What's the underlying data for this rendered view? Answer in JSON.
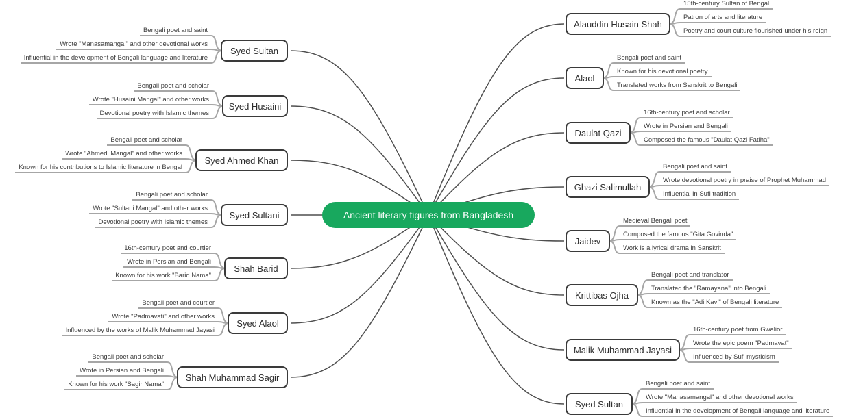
{
  "central": {
    "label": "Ancient literary figures from Bangladesh",
    "color": "#18a85e"
  },
  "colors": {
    "central_fill": "#18a85e",
    "branch_link": "#4f4f4f",
    "leaf_underline": "#a6a6a6",
    "node_border": "#3a3a3a"
  },
  "branches": [
    {
      "side": "left",
      "label": "Syed Sultan",
      "leaves": [
        "Bengali poet and saint",
        "Wrote \"Manasamangal\" and other devotional works",
        "Influential in the development of Bengali language and literature"
      ]
    },
    {
      "side": "left",
      "label": "Syed Husaini",
      "leaves": [
        "Bengali poet and scholar",
        "Wrote \"Husaini Mangal\" and other works",
        "Devotional poetry with Islamic themes"
      ]
    },
    {
      "side": "left",
      "label": "Syed Ahmed Khan",
      "leaves": [
        "Bengali poet and scholar",
        "Wrote \"Ahmedi Mangal\" and other works",
        "Known for his contributions to Islamic literature in Bengal"
      ]
    },
    {
      "side": "left",
      "label": "Syed Sultani",
      "leaves": [
        "Bengali poet and scholar",
        "Wrote \"Sultani Mangal\" and other works",
        "Devotional poetry with Islamic themes"
      ]
    },
    {
      "side": "left",
      "label": "Shah Barid",
      "leaves": [
        "16th-century poet and courtier",
        "Wrote in Persian and Bengali",
        "Known for his work \"Barid Nama\""
      ]
    },
    {
      "side": "left",
      "label": "Syed Alaol",
      "leaves": [
        "Bengali poet and courtier",
        "Wrote \"Padmavati\" and other works",
        "Influenced by the works of Malik Muhammad Jayasi"
      ]
    },
    {
      "side": "left",
      "label": "Shah Muhammad Sagir",
      "leaves": [
        "Bengali poet and scholar",
        "Wrote in Persian and Bengali",
        "Known for his work \"Sagir Nama\""
      ]
    },
    {
      "side": "right",
      "label": "Alauddin Husain Shah",
      "leaves": [
        "15th-century Sultan of Bengal",
        "Patron of arts and literature",
        "Poetry and court culture flourished under his reign"
      ]
    },
    {
      "side": "right",
      "label": "Alaol",
      "leaves": [
        "Bengali poet and saint",
        "Known for his devotional poetry",
        "Translated works from Sanskrit to Bengali"
      ]
    },
    {
      "side": "right",
      "label": "Daulat Qazi",
      "leaves": [
        "16th-century poet and scholar",
        "Wrote in Persian and Bengali",
        "Composed the famous \"Daulat Qazi Fatiha\""
      ]
    },
    {
      "side": "right",
      "label": "Ghazi Salimullah",
      "leaves": [
        "Bengali poet and saint",
        "Wrote devotional poetry in praise of Prophet Muhammad",
        "Influential in Sufi tradition"
      ]
    },
    {
      "side": "right",
      "label": "Jaidev",
      "leaves": [
        "Medieval Bengali poet",
        "Composed the famous \"Gita Govinda\"",
        "Work is a lyrical drama in Sanskrit"
      ]
    },
    {
      "side": "right",
      "label": "Krittibas Ojha",
      "leaves": [
        "Bengali poet and translator",
        "Translated the \"Ramayana\" into Bengali",
        "Known as the \"Adi Kavi\" of Bengali literature"
      ]
    },
    {
      "side": "right",
      "label": "Malik Muhammad Jayasi",
      "leaves": [
        "16th-century poet from Gwalior",
        "Wrote the epic poem \"Padmavat\"",
        "Influenced by Sufi mysticism"
      ]
    },
    {
      "side": "right",
      "label": "Syed Sultan",
      "leaves": [
        "Bengali poet and saint",
        "Wrote \"Manasamangal\" and other devotional works",
        "Influential in the development of Bengali language and literature"
      ]
    }
  ]
}
